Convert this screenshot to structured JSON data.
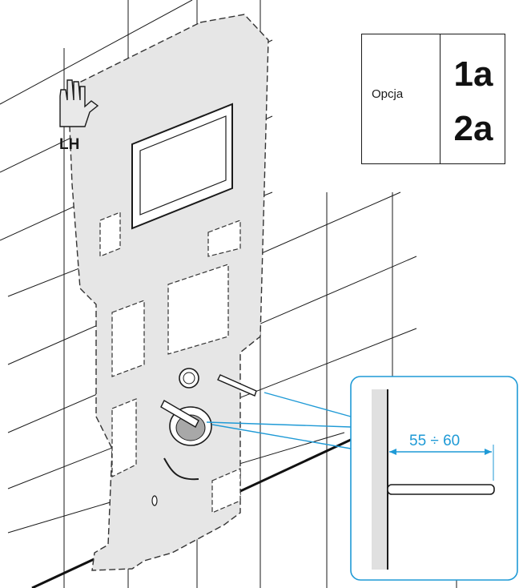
{
  "option_panel": {
    "label": "Opcja",
    "choice_1": "1a",
    "choice_2": "2a"
  },
  "hand_marker": {
    "label": "LH"
  },
  "detail_callout": {
    "dimension_label": "55 ÷ 60",
    "accent_color": "#1f9ad6"
  },
  "colors": {
    "frame_fill": "#e6e6e6",
    "line": "#1a1a1a",
    "accent": "#1f9ad6"
  }
}
